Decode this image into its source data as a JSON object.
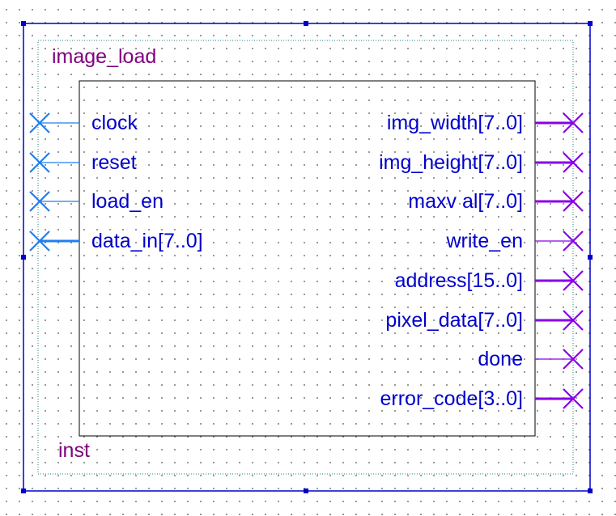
{
  "symbol": {
    "entity_name": "image_load",
    "instance_name": "inst",
    "colors": {
      "border": "#0000cc",
      "frame_dots": "#208080",
      "entity_text": "#800080",
      "port_text": "#0000cc",
      "input_pin": "#1e7ff0",
      "output_pin": "#8a00e6",
      "body": "#000000"
    },
    "inputs": [
      {
        "name": "clock",
        "bus": false
      },
      {
        "name": "reset",
        "bus": false
      },
      {
        "name": "load_en",
        "bus": false
      },
      {
        "name": "data_in[7..0]",
        "bus": true
      }
    ],
    "outputs": [
      {
        "name": "img_width[7..0]",
        "bus": true
      },
      {
        "name": "img_height[7..0]",
        "bus": true
      },
      {
        "name": "maxv al[7..0]",
        "bus": true
      },
      {
        "name": "write_en",
        "bus": false
      },
      {
        "name": "address[15..0]",
        "bus": true
      },
      {
        "name": "pixel_data[7..0]",
        "bus": true
      },
      {
        "name": "done",
        "bus": false
      },
      {
        "name": "error_code[3..0]",
        "bus": true
      }
    ]
  }
}
